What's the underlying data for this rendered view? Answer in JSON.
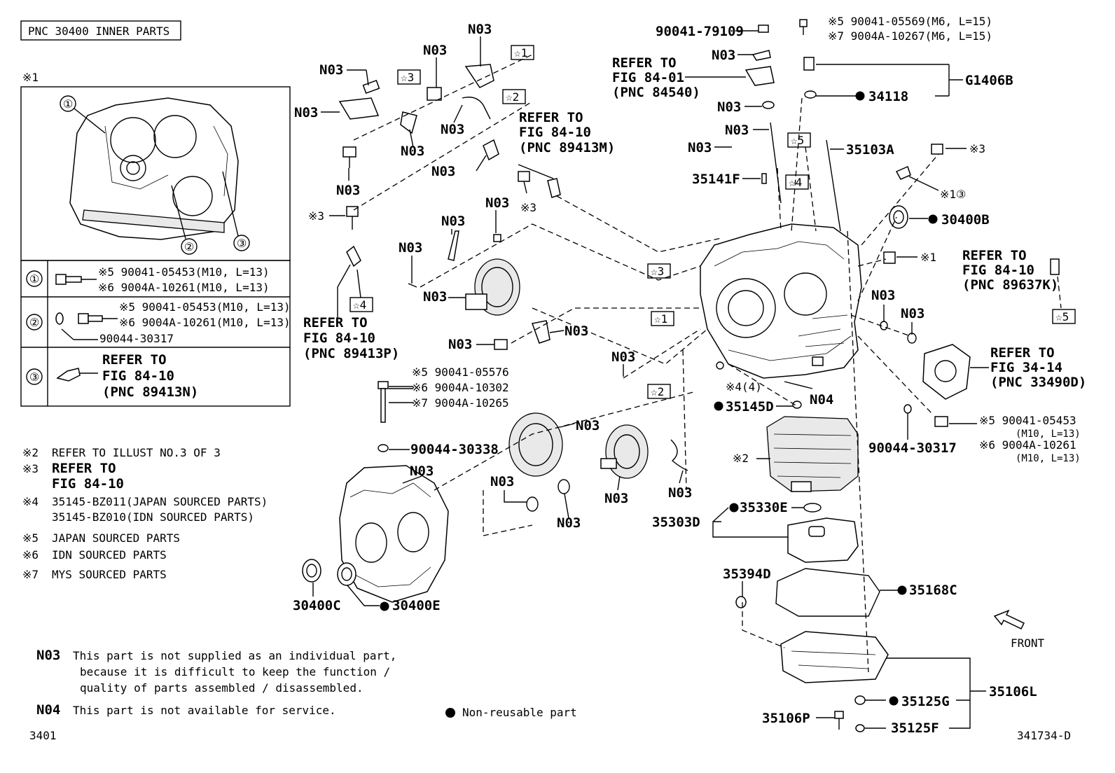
{
  "header": {
    "pnc_box": "PNC 30400 INNER PARTS",
    "note1_mark": "※1"
  },
  "inset": {
    "callouts": [
      "①",
      "②",
      "③"
    ],
    "rows": [
      {
        "num": "①",
        "lines": [
          "※5 90041-05453(M10, L=13)",
          "※6 9004A-10261(M10, L=13)"
        ]
      },
      {
        "num": "②",
        "lines": [
          "※5 90041-05453(M10, L=13)",
          "※6 9004A-10261(M10, L=13)",
          "90044-30317"
        ]
      },
      {
        "num": "③",
        "lines": [
          "REFER TO",
          "FIG 84-10",
          "(PNC 89413N)"
        ]
      }
    ]
  },
  "notes": [
    {
      "mark": "※2",
      "text": "REFER TO ILLUST NO.3 OF 3"
    },
    {
      "mark": "※3",
      "text": "REFER TO"
    },
    {
      "mark": "",
      "text": "FIG 84-10"
    },
    {
      "mark": "※4",
      "text": "35145-BZ011(JAPAN SOURCED PARTS)"
    },
    {
      "mark": "",
      "text": "35145-BZ010(IDN SOURCED PARTS)"
    },
    {
      "mark": "※5",
      "text": "JAPAN SOURCED PARTS"
    },
    {
      "mark": "※6",
      "text": "IDN SOURCED PARTS"
    },
    {
      "mark": "※7",
      "text": "MYS SOURCED PARTS"
    }
  ],
  "legend": {
    "n03_code": "N03",
    "n03_text": [
      "This part is not supplied as an individual part,",
      "because it is difficult to keep the function /",
      "quality of parts assembled / disassembled."
    ],
    "n04_code": "N04",
    "n04_text": "This part is not available for service.",
    "nonreusable": "Non-reusable part",
    "bottom_left": "3401",
    "bottom_right": "341734-D",
    "front": "FRONT"
  },
  "labels": {
    "n03": "N03",
    "n04": "N04",
    "star1": "☆1",
    "star2": "☆2",
    "star3": "☆3",
    "star4": "☆4",
    "star5": "☆5",
    "m1": "※1",
    "m2": "※2",
    "m3": "※3",
    "m4_4": "※4(4)",
    "p90041_79109": "90041-79109",
    "refer_84_01": [
      "REFER TO",
      "FIG 84-01",
      "(PNC 84540)"
    ],
    "refer_89413m": [
      "REFER TO",
      "FIG 84-10",
      "(PNC 89413M)"
    ],
    "refer_89413p": [
      "REFER TO",
      "FIG 84-10",
      "(PNC 89413P)"
    ],
    "refer_89637k": [
      "REFER TO",
      "FIG 84-10",
      "(PNC 89637K)"
    ],
    "refer_33490d": [
      "REFER TO",
      "FIG 34-14",
      "(PNC 33490D)"
    ],
    "bolt_top": [
      "※5 90041-05569(M6, L=15)",
      "※7 9004A-10267(M6, L=15)"
    ],
    "g1406b": "G1406B",
    "p34118": "34118",
    "p35103a": "35103A",
    "p35141f": "35141F",
    "m1_3": "※1③",
    "p30400b": "30400B",
    "p35145d": "35145D",
    "p90044_30317": "90044-30317",
    "bolt_right": [
      "※5 90041-05453",
      "(M10, L=13)",
      "※6 9004A-10261",
      "(M10, L=13)"
    ],
    "bolt_mid": [
      "※5 90041-05576",
      "※6 9004A-10302",
      "※7 9004A-10265"
    ],
    "p90044_30338": "90044-30338",
    "p30400c": "30400C",
    "p30400e": "30400E",
    "p35303d": "35303D",
    "p35330e": "35330E",
    "p35394d": "35394D",
    "p35168c": "35168C",
    "p35106l": "35106L",
    "p35125g": "35125G",
    "p35125f": "35125F",
    "p35106p": "35106P"
  }
}
